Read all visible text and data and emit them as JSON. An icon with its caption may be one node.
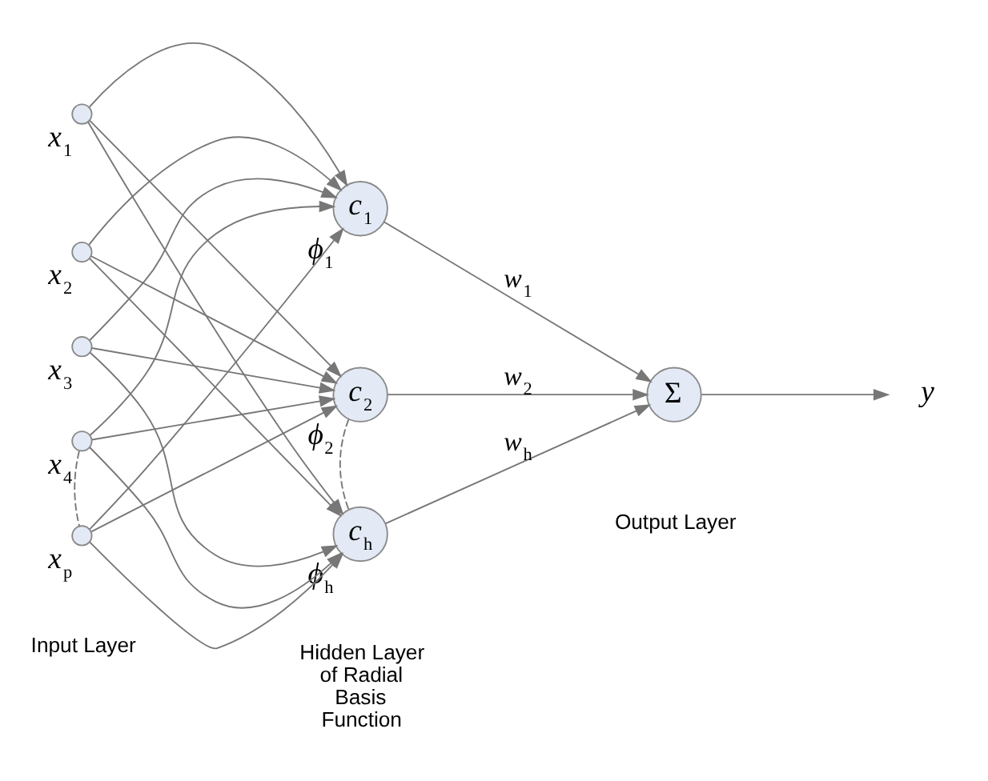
{
  "diagram": {
    "nodes": [
      {
        "text": [],
        "shape": "circle",
        "beside": [
          "x$_{1}$"
        ]
      },
      {
        "text": [],
        "shape": "circle",
        "beside": [
          "x$_{2}$"
        ]
      },
      {
        "text": [],
        "shape": "circle",
        "beside": [
          "x$_{3}$"
        ]
      },
      {
        "text": [],
        "shape": "circle",
        "beside": [
          "x$_{4}$"
        ]
      },
      {
        "text": [],
        "shape": "circle",
        "beside": [
          "x$_{p}$"
        ]
      },
      {
        "text": [
          "c$_{1}$"
        ],
        "beside": [
          "ϕ$_{1}$"
        ]
      },
      {
        "text": [
          "c$_{2}$"
        ],
        "beside": [
          "ϕ$_{2}$"
        ]
      },
      {
        "text": [
          "c$_{h}$"
        ],
        "beside": [
          "ϕ$_{h}$"
        ]
      },
      {
        "text": [
          "Σ"
        ]
      },
      {
        "text": [
          "y"
        ]
      }
    ],
    "edges": [
      {
        "from": 0,
        "to": 5,
        "arrow": "to"
      },
      {
        "from": 0,
        "to": 6,
        "arrow": "to"
      },
      {
        "from": 0,
        "to": 7,
        "arrow": "to"
      },
      {
        "from": 1,
        "to": 5,
        "arrow": "to"
      },
      {
        "from": 1,
        "to": 6,
        "arrow": "to"
      },
      {
        "from": 1,
        "to": 7,
        "arrow": "to"
      },
      {
        "from": 2,
        "to": 5,
        "arrow": "to"
      },
      {
        "from": 2,
        "to": 6,
        "arrow": "to"
      },
      {
        "from": 2,
        "to": 7,
        "arrow": "to"
      },
      {
        "from": 3,
        "to": 5,
        "arrow": "to"
      },
      {
        "from": 3,
        "to": 6,
        "arrow": "to"
      },
      {
        "from": 3,
        "to": 7,
        "arrow": "to"
      },
      {
        "from": 4,
        "to": 5,
        "arrow": "to"
      },
      {
        "from": 4,
        "to": 6,
        "arrow": "to"
      },
      {
        "from": 4,
        "to": 7,
        "arrow": "to"
      },
      {
        "from": 3,
        "to": 4,
        "arrow": "none",
        "style": "dashed"
      },
      {
        "from": 6,
        "to": 7,
        "arrow": "none",
        "style": "dashed"
      },
      {
        "from": 5,
        "to": 8,
        "arrow": "to",
        "label": "w$_{1}$"
      },
      {
        "from": 6,
        "to": 8,
        "arrow": "to",
        "label": "w$_{2}$"
      },
      {
        "from": 7,
        "to": 8,
        "arrow": "to",
        "label": "w$_{h}$"
      },
      {
        "from": 8,
        "to": 9,
        "arrow": "to"
      }
    ],
    "labels": [
      "Input Layer",
      "Hidden Layer of Radial Basis Function",
      "Output Layer"
    ]
  }
}
